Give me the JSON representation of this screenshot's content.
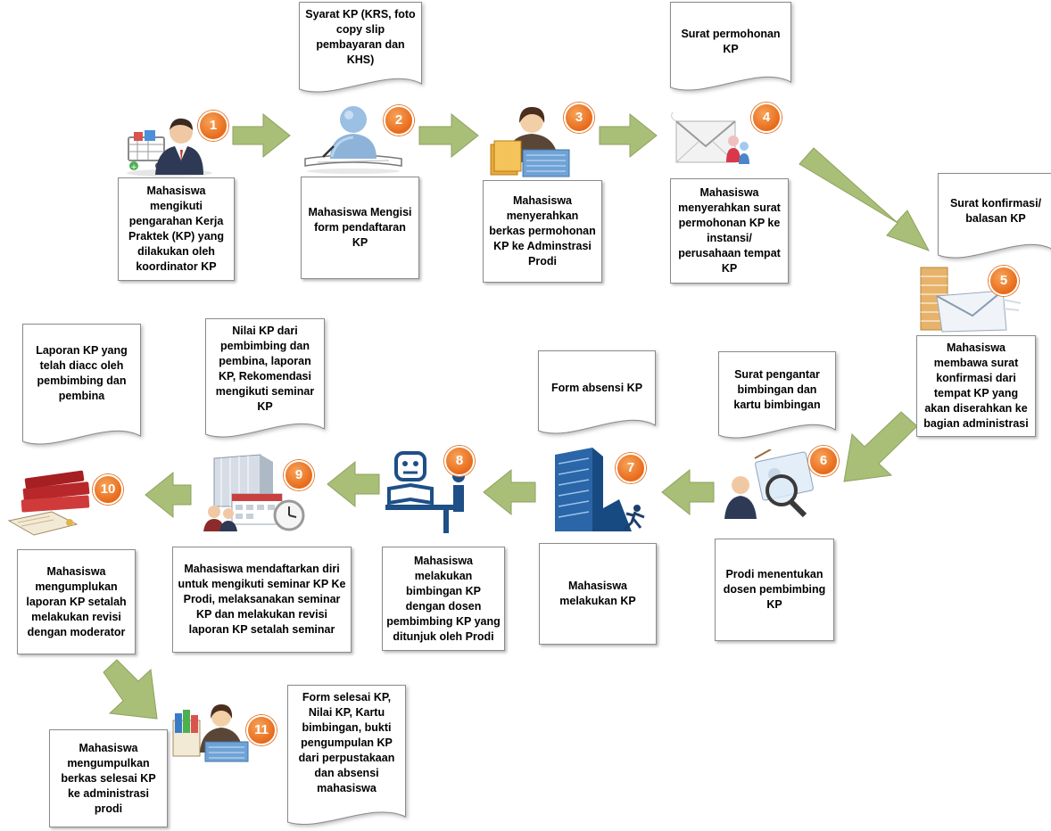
{
  "steps": [
    {
      "num": "1",
      "label": "Mahasiswa mengikuti pengarahan Kerja Praktek (KP) yang dilakukan oleh koordinator KP"
    },
    {
      "num": "2",
      "label": "Mahasiswa Mengisi form pendaftaran KP"
    },
    {
      "num": "3",
      "label": "Mahasiswa menyerahkan berkas permohonan KP ke Adminstrasi Prodi"
    },
    {
      "num": "4",
      "label": "Mahasiswa menyerahkan surat permohonan KP ke instansi/ perusahaan tempat KP"
    },
    {
      "num": "5",
      "label": "Mahasiswa membawa surat konfirmasi dari tempat KP yang akan diserahkan ke bagian administrasi"
    },
    {
      "num": "6",
      "label": "Prodi menentukan dosen pembimbing KP"
    },
    {
      "num": "7",
      "label": "Mahasiswa melakukan KP"
    },
    {
      "num": "8",
      "label": "Mahasiswa melakukan bimbingan KP dengan dosen pembimbing KP yang ditunjuk oleh Prodi"
    },
    {
      "num": "9",
      "label": "Mahasiswa mendaftarkan diri untuk mengikuti seminar KP Ke Prodi, melaksanakan seminar KP dan melakukan revisi laporan KP setalah seminar"
    },
    {
      "num": "10",
      "label": "Mahasiswa mengumplukan laporan KP setalah melakukan revisi dengan moderator"
    },
    {
      "num": "11",
      "label": "Mahasiswa mengumpulkan berkas selesai KP ke administrasi prodi"
    }
  ],
  "documents": [
    "Syarat KP (KRS, foto copy slip pembayaran dan KHS)",
    "Surat permohonan KP",
    "Surat konfirmasi/ balasan KP",
    "Surat pengantar bimbingan dan kartu bimbingan",
    "Form absensi KP",
    "Nilai KP dari pembimbing dan pembina, laporan KP, Rekomendasi mengikuti seminar KP",
    "Laporan KP yang telah diacc oleh pembimbing dan pembina",
    "Form selesai KP, Nilai KP, Kartu bimbingan, bukti pengumpulan KP dari perpustakaan dan absensi mahasiswa"
  ],
  "colors": {
    "arrow_fill": "#a9bf78",
    "arrow_stroke": "#8ea25f",
    "badge": "#e8762a",
    "box_border": "#8a8a8a"
  },
  "icons": [
    "person-cart-icon",
    "person-writing-icon",
    "office-clerk-icon",
    "mail-envelope-icon",
    "building-mail-icon",
    "magnifier-id-card-icon",
    "office-building-icon",
    "reading-desk-icon",
    "building-calendar-clock-icon",
    "books-report-icon",
    "clerk-books-icon"
  ]
}
